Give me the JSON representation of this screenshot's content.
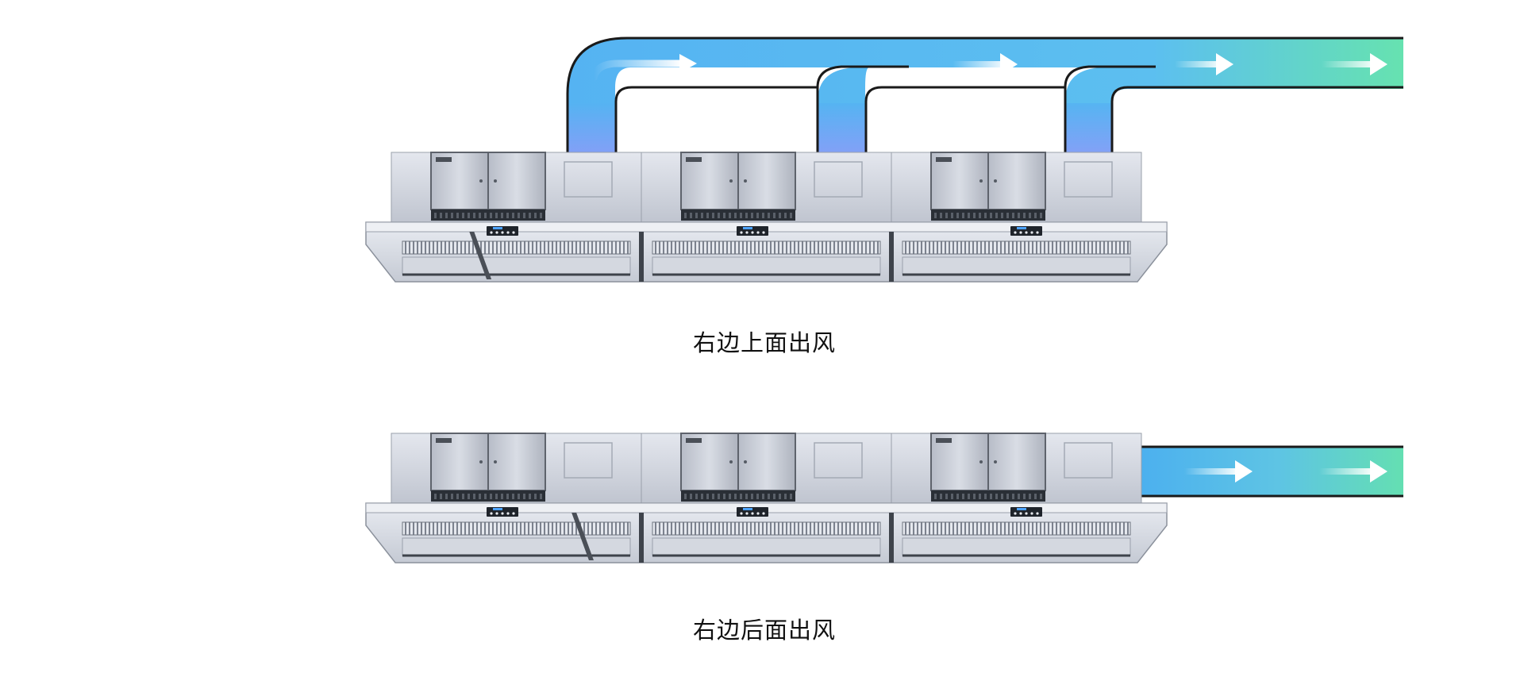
{
  "panels": [
    {
      "caption": "右边上面出风",
      "duct_colors": {
        "start": "#8b9cf8",
        "mid": "#55b3f2",
        "end": "#66e2b0"
      }
    },
    {
      "caption": "右边后面出风",
      "duct_colors": {
        "start": "#4aaef0",
        "mid": "#5ec4e4",
        "end": "#64dfb2"
      }
    }
  ],
  "hood": {
    "units": 3,
    "steel_color": "#cfd3dc",
    "dark_color": "#2a2f36"
  },
  "icons": {
    "flow_arrow": "flow-arrow-icon"
  }
}
